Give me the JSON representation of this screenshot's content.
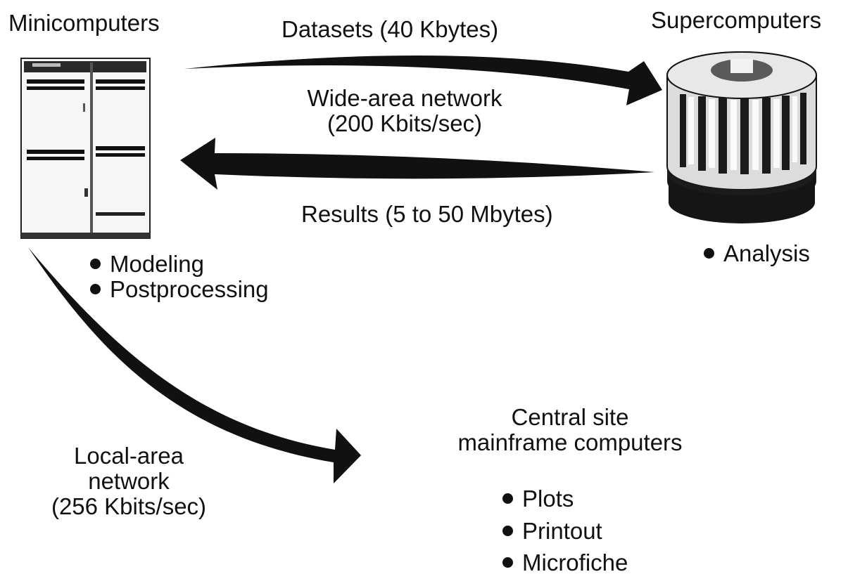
{
  "nodes": {
    "minicomputers": {
      "title": "Minicomputers",
      "tasks": [
        "Modeling",
        "Postprocessing"
      ]
    },
    "supercomputers": {
      "title": "Supercomputers",
      "tasks": [
        "Analysis"
      ]
    },
    "mainframe": {
      "title_line1": "Central site",
      "title_line2": "mainframe computers",
      "tasks": [
        "Plots",
        "Printout",
        "Microfiche"
      ]
    }
  },
  "links": {
    "datasets": "Datasets (40 Kbytes)",
    "wan_line1": "Wide-area network",
    "wan_line2": "(200 Kbits/sec)",
    "results": "Results (5 to 50 Mbytes)",
    "lan_line1": "Local-area",
    "lan_line2": "network",
    "lan_line3": "(256 Kbits/sec)"
  },
  "colors": {
    "ink": "#111111",
    "background": "#ffffff"
  },
  "icons": {
    "minicomputer": "minicomputer-cabinet-icon",
    "supercomputer": "cray-supercomputer-icon"
  }
}
